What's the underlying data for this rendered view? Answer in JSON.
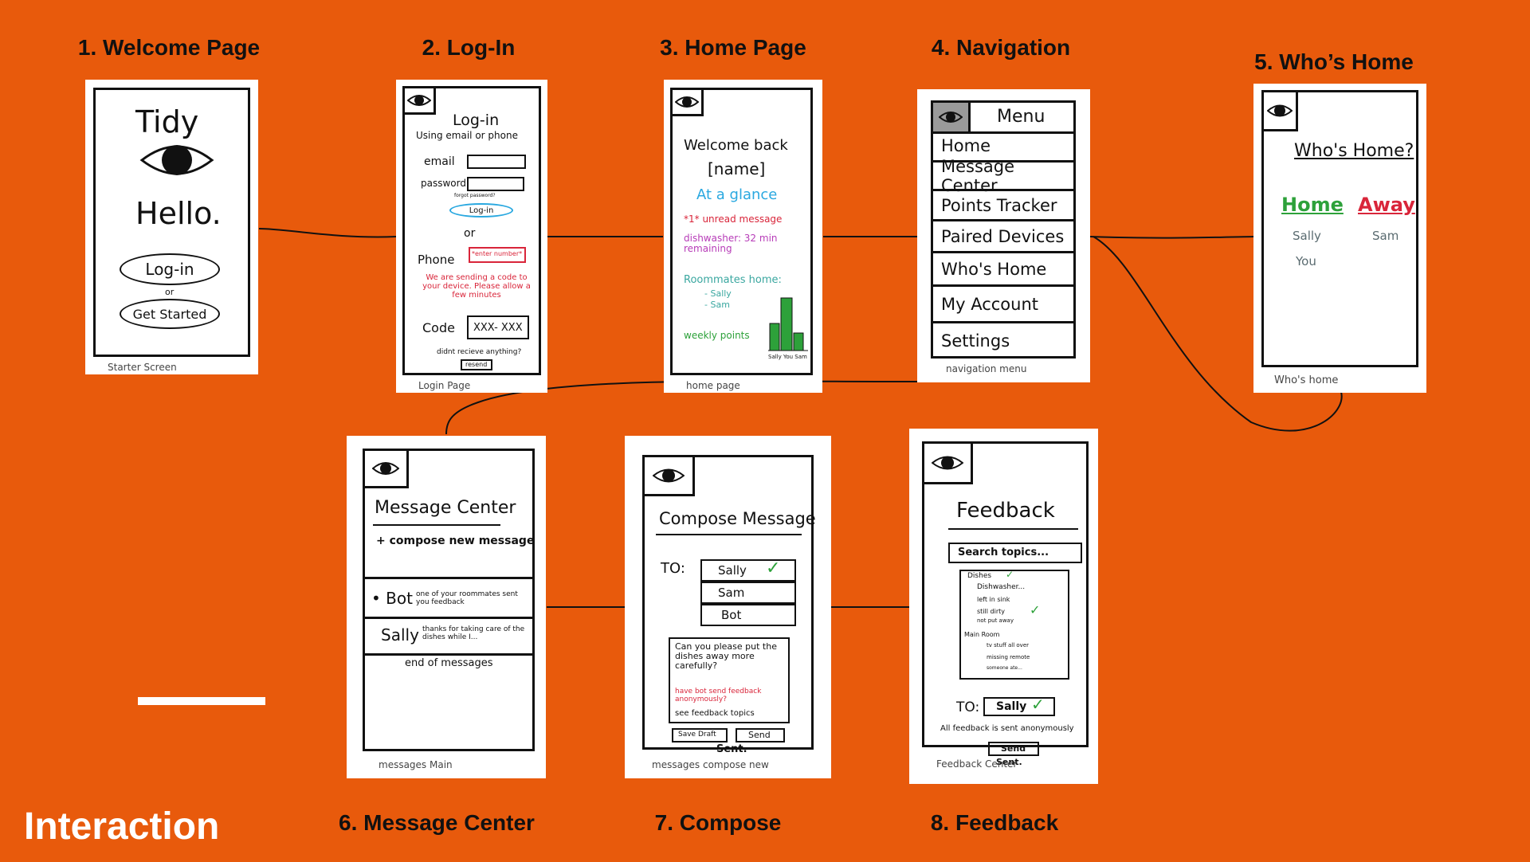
{
  "section_title": "Interaction",
  "steps": [
    {
      "label": "1. Welcome Page"
    },
    {
      "label": "2. Log-In"
    },
    {
      "label": "3. Home Page"
    },
    {
      "label": "4. Navigation"
    },
    {
      "label": "5. Who’s Home"
    },
    {
      "label": "6. Message Center"
    },
    {
      "label": "7. Compose"
    },
    {
      "label": "8.  Feedback"
    }
  ],
  "welcome": {
    "title": "Tidy",
    "hello": "Hello.",
    "login": "Log-in",
    "or": "or",
    "get_started": "Get Started",
    "caption": "Starter Screen"
  },
  "login": {
    "title": "Log-in",
    "subtitle": "Using email or phone",
    "email": "email",
    "password": "password",
    "forgot": "forgot password?",
    "login_btn": "Log-in",
    "or": "or",
    "phone": "Phone",
    "phone_placeholder": "*enter number*",
    "sending": "We are sending a code to your device. Please allow a few minutes",
    "code": "Code",
    "code_value": "XXX- XXX",
    "didnt": "didnt recieve anything?",
    "resend": "resend",
    "caption": "Login Page"
  },
  "home": {
    "welcome": "Welcome back",
    "name": "[name]",
    "glance": "At a glance",
    "unread": "*1* unread message",
    "dishwasher": "dishwasher: 32 min remaining",
    "roommates": "Roommates home:",
    "sally": "- Sally",
    "sam": "- Sam",
    "weekly": "weekly points",
    "bar_label": "Sally You Sam",
    "caption": "home page"
  },
  "nav": {
    "menu": "Menu",
    "items": [
      "Home",
      "Message Center",
      "Points Tracker",
      "Paired Devices",
      "Who's Home",
      "My Account",
      "Settings"
    ],
    "caption": "navigation menu"
  },
  "whos": {
    "title": "Who's Home?",
    "home": "Home",
    "away": "Away",
    "home_names": [
      "Sally",
      "You"
    ],
    "away_names": [
      "Sam"
    ],
    "caption": "Who's home"
  },
  "msg": {
    "title": "Message Center",
    "compose": "+ compose new message",
    "bot": "• Bot",
    "bot_preview": "one of your roommates sent you feedback",
    "sally": "Sally",
    "sally_preview": "thanks for taking care of the dishes while I...",
    "end": "end of messages",
    "caption": "messages Main"
  },
  "compose": {
    "title": "Compose Message",
    "to": "TO:",
    "recipients": [
      "Sally",
      "Sam",
      "Bot"
    ],
    "body": "Can you please put the dishes away more carefully?",
    "anon": "have bot send feedback anonymously?",
    "see": "see feedback topics",
    "save": "Save Draft",
    "send": "Send",
    "sent": "Sent.",
    "caption": "messages compose new"
  },
  "feedback": {
    "title": "Feedback",
    "search": "Search topics...",
    "dishes": "Dishes",
    "dish_items": [
      "Dishwasher...",
      "left in sink",
      "still dirty",
      "not put away"
    ],
    "main_room": "Main Room",
    "room_items": [
      "tv stuff all over",
      "missing remote",
      "someone ate..."
    ],
    "to": "TO:",
    "to_value": "Sally",
    "anon": "All feedback is sent anonymously",
    "send": "Send",
    "sent": "Sent.",
    "caption": "Feedback Center"
  },
  "colors": {
    "background": "#E85A0C",
    "green": "#2da13a",
    "red": "#d9253a",
    "blue": "#29a8e0",
    "purple": "#b73cb8",
    "teal": "#3aa7a0"
  }
}
